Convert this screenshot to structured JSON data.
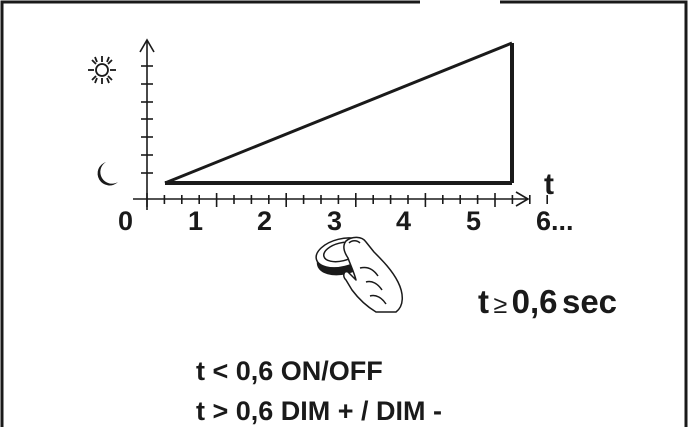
{
  "axis": {
    "x_labels": [
      "0",
      "1",
      "2",
      "3",
      "4",
      "5",
      "6..."
    ],
    "x_axis_label": "t",
    "y_top_icon": "sun-icon",
    "y_bottom_icon": "moon-icon"
  },
  "press_icon": "finger-press-icon",
  "hold_label": {
    "t": "t",
    "symbol": "≥",
    "value": "0,6",
    "unit": "sec"
  },
  "rules": [
    "t < 0,6 ON/OFF",
    "t > 0,6 DIM + / DIM -"
  ],
  "colors": {
    "ink": "#1a1a1a",
    "background": "#ffffff"
  }
}
